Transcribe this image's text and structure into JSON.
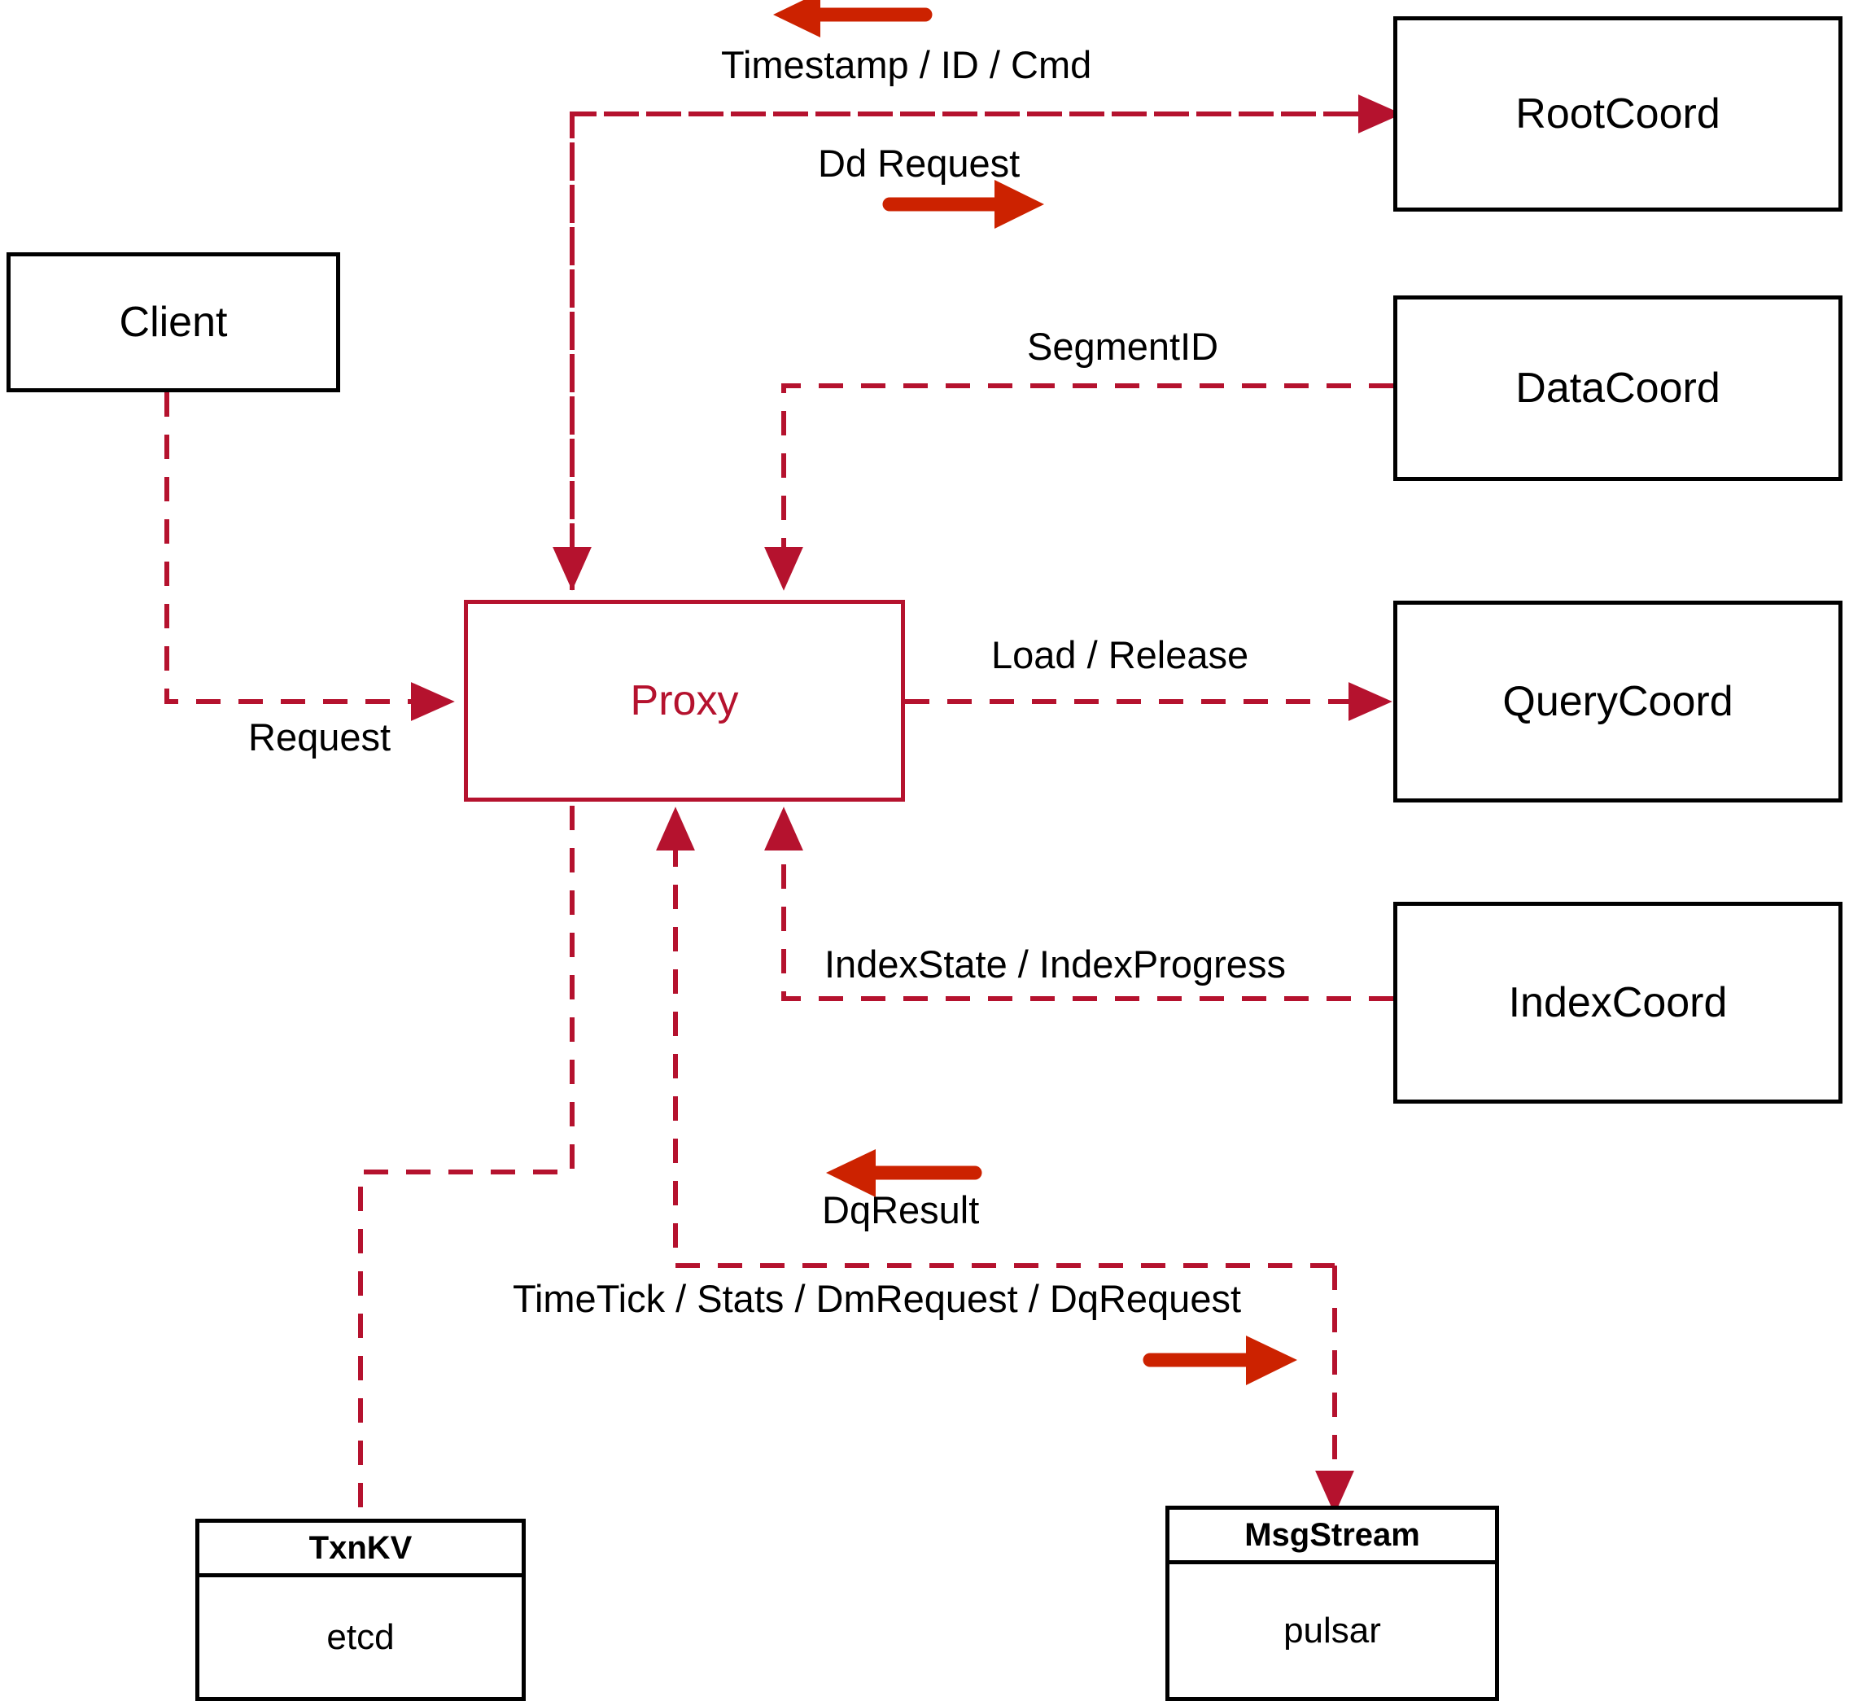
{
  "diagram": {
    "title": "Milvus Proxy interaction diagram",
    "colors": {
      "dashed_line": "#B5122E",
      "solid_arrow": "#CC2200",
      "node_border": "#000000",
      "proxy_border": "#B5122E",
      "proxy_text": "#B5122E",
      "background": "#FFFFFF"
    }
  },
  "nodes": {
    "client": {
      "label": "Client"
    },
    "proxy": {
      "label": "Proxy"
    },
    "root_coord": {
      "label": "RootCoord"
    },
    "data_coord": {
      "label": "DataCoord"
    },
    "query_coord": {
      "label": "QueryCoord"
    },
    "index_coord": {
      "label": "IndexCoord"
    },
    "txnkv": {
      "header": "TxnKV",
      "body": "etcd"
    },
    "msgstream": {
      "header": "MsgStream",
      "body": "pulsar"
    }
  },
  "edge_labels": {
    "timestamp_id_cmd": "Timestamp / ID / Cmd",
    "dd_request": "Dd Request",
    "segment_id": "SegmentID",
    "request": "Request",
    "load_release": "Load / Release",
    "index_state_progress": "IndexState / IndexProgress",
    "dq_result": "DqResult",
    "timetick_stats": "TimeTick / Stats / DmRequest / DqRequest"
  },
  "direction_arrows": [
    {
      "name": "timestamp-id-cmd-direction",
      "direction": "left"
    },
    {
      "name": "dd-request-direction",
      "direction": "right"
    },
    {
      "name": "dq-result-direction",
      "direction": "left"
    },
    {
      "name": "dq-request-direction",
      "direction": "right"
    }
  ]
}
